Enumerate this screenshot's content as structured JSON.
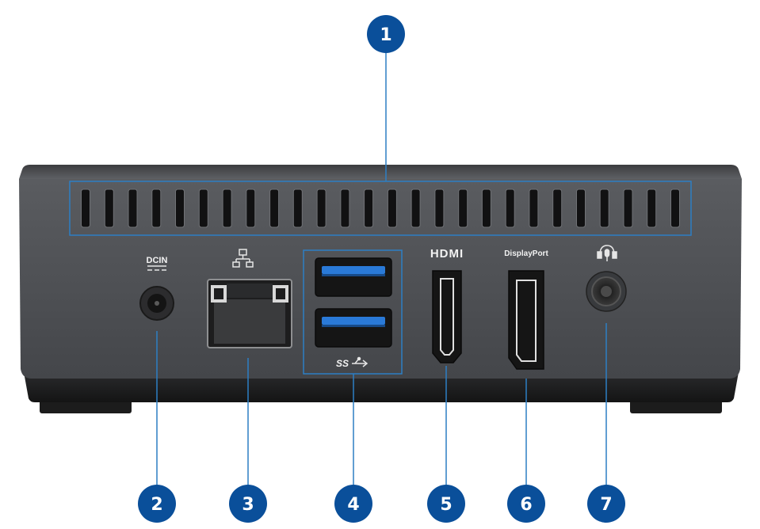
{
  "labels": {
    "dc_in": "DCIN",
    "hdmi": "HDMI",
    "displayport": "DisplayPort",
    "usb": "SS"
  },
  "callouts": [
    {
      "number": "1",
      "target": "air-vents"
    },
    {
      "number": "2",
      "target": "dc-in-port"
    },
    {
      "number": "3",
      "target": "lan-port"
    },
    {
      "number": "4",
      "target": "usb-3-ports"
    },
    {
      "number": "5",
      "target": "hdmi-port"
    },
    {
      "number": "6",
      "target": "displayport-port"
    },
    {
      "number": "7",
      "target": "audio-jack"
    }
  ],
  "icons": {
    "lan": "network-icon",
    "usb": "usb-superspeed-icon",
    "audio": "headset-mic-icon"
  },
  "colors": {
    "callout_fill": "#0a4f9a",
    "callout_line": "#2d7fc4",
    "chassis_top": "#585a5e",
    "chassis_face": "#4a4c50",
    "port_dark": "#161616",
    "usb_blue": "#2a7ad8"
  }
}
